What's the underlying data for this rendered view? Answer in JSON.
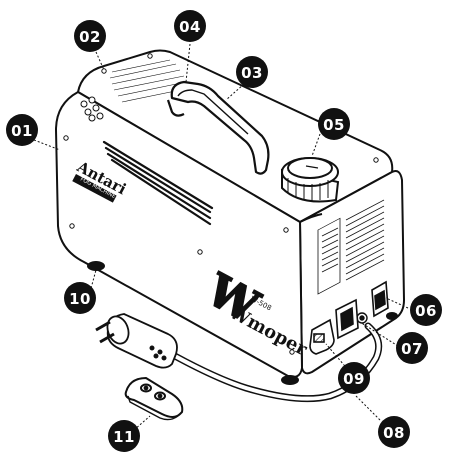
{
  "brand": {
    "name": "Antari",
    "tag": "FOG MACHINE"
  },
  "logo": {
    "letter": "W",
    "word": "Wmoper",
    "model": "W-508"
  },
  "callouts": [
    {
      "id": "c01",
      "label": "01"
    },
    {
      "id": "c02",
      "label": "02"
    },
    {
      "id": "c03",
      "label": "03"
    },
    {
      "id": "c04",
      "label": "04"
    },
    {
      "id": "c05",
      "label": "05"
    },
    {
      "id": "c06",
      "label": "06"
    },
    {
      "id": "c07",
      "label": "07"
    },
    {
      "id": "c08",
      "label": "08"
    },
    {
      "id": "c09",
      "label": "09"
    },
    {
      "id": "c10",
      "label": "10"
    },
    {
      "id": "c11",
      "label": "11"
    }
  ],
  "colors": {
    "outline": "#111111",
    "callout_fill": "#111111",
    "callout_text": "#ffffff",
    "body_fill": "#ffffff"
  }
}
